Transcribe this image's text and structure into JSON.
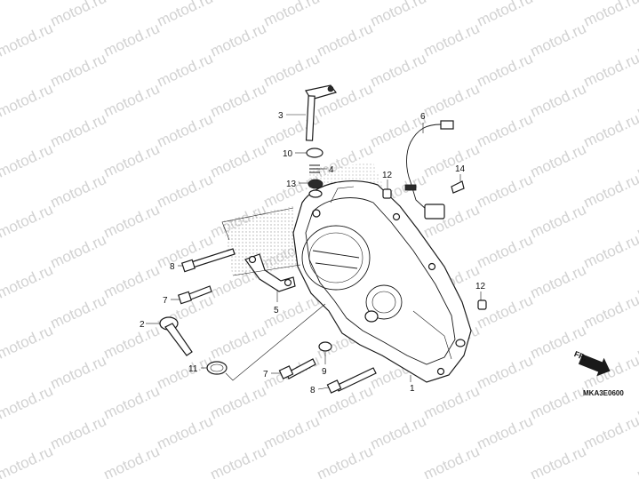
{
  "watermark": "motod.ru",
  "callouts": {
    "c1": "1",
    "c2": "2",
    "c3": "3",
    "c4": "4",
    "c5": "5",
    "c6": "6",
    "c7a": "7",
    "c7b": "7",
    "c8a": "8",
    "c8b": "8",
    "c9": "9",
    "c10": "10",
    "c11": "11",
    "c12a": "12",
    "c12b": "12",
    "c13": "13",
    "c14": "14"
  },
  "front_label": "FR.",
  "diagram_code": "MKA3E0600"
}
